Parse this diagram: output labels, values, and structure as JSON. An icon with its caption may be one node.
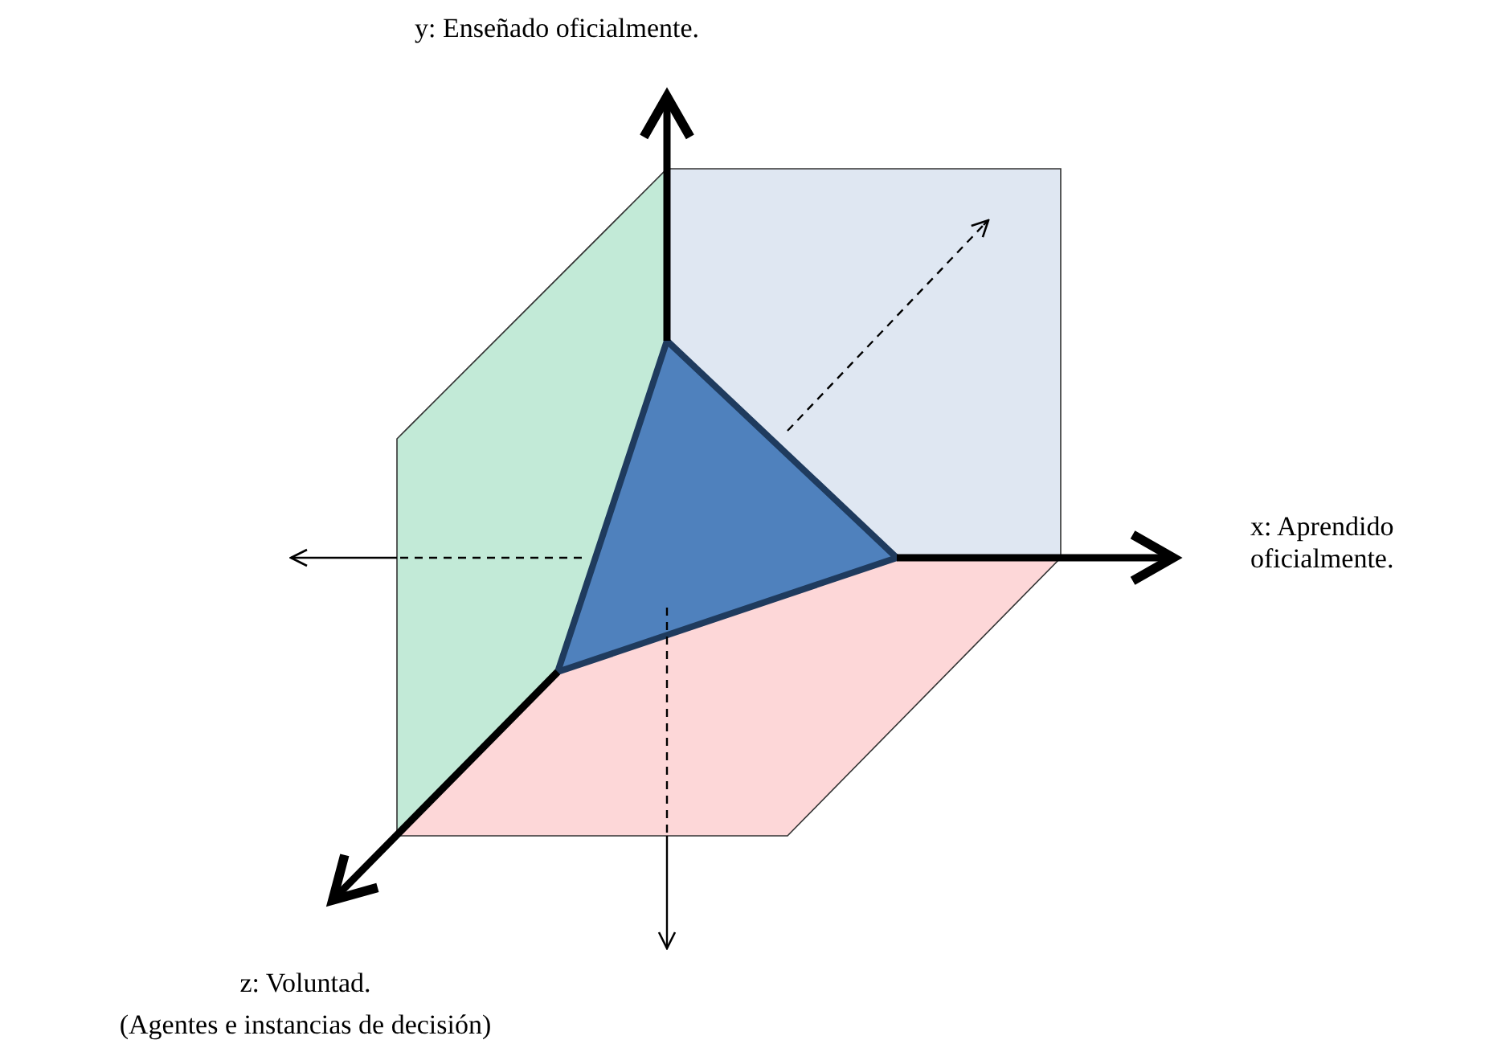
{
  "diagram": {
    "labels": [
      "y: Enseñado oficialmente.",
      "x: Aprendido oficialmente.",
      "z: Voluntad.",
      "(Agentes e instancias de decisión)"
    ]
  }
}
